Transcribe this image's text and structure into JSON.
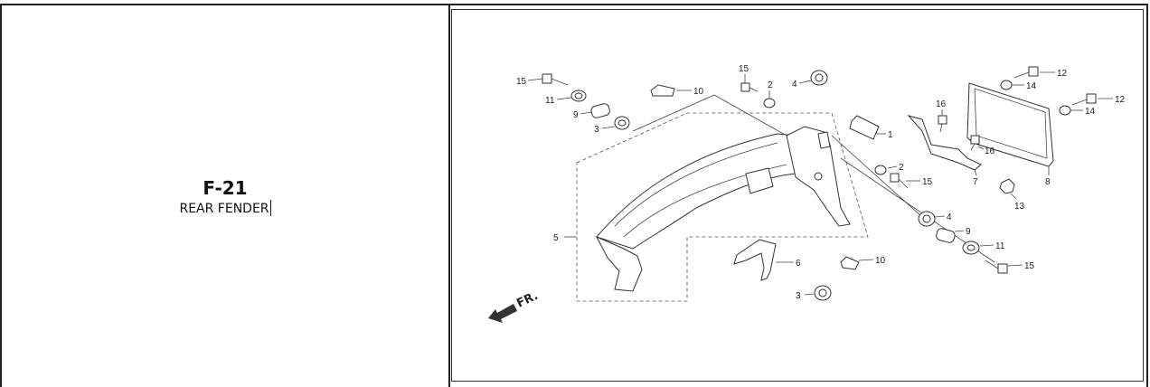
{
  "section": {
    "code": "F-21",
    "title": "REAR FENDER"
  },
  "diagram": {
    "direction_marker": "FR.",
    "callouts": [
      "1",
      "2",
      "2",
      "3",
      "3",
      "4",
      "4",
      "5",
      "6",
      "7",
      "8",
      "9",
      "9",
      "10",
      "10",
      "11",
      "11",
      "12",
      "12",
      "13",
      "14",
      "14",
      "15",
      "15",
      "15",
      "15",
      "16",
      "16"
    ]
  }
}
